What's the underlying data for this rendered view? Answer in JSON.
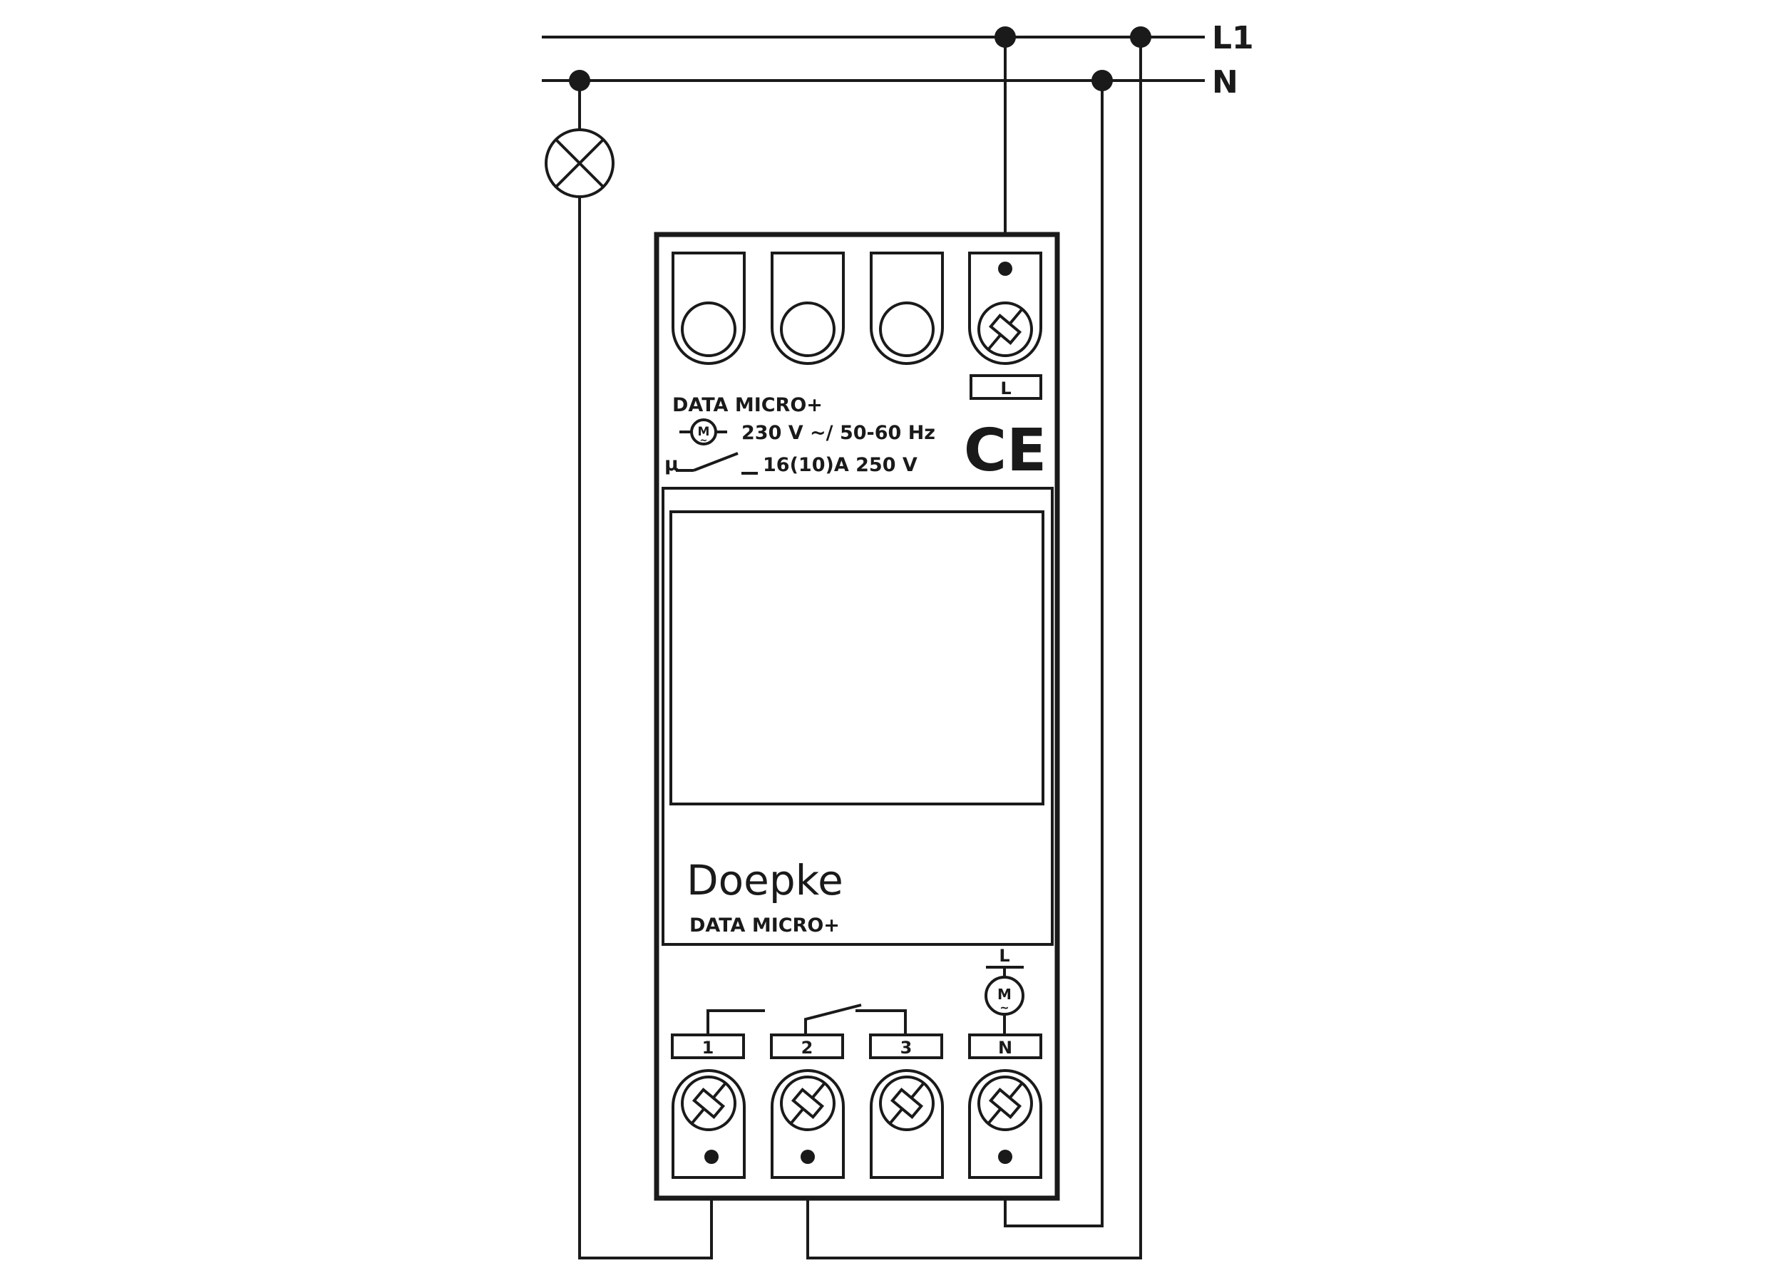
{
  "bus": {
    "l1_label": "L1",
    "n_label": "N"
  },
  "device": {
    "model_top": "DATA MICRO+",
    "motor_symbol": "M",
    "supply_rating": "230 V ~/ 50-60 Hz",
    "micro_symbol": "µ",
    "contact_rating": "16(10)A 250 V",
    "ce_mark": "CE",
    "brand": "Doepke",
    "model_bottom": "DATA MICRO+"
  },
  "terminals": {
    "top_l": "L",
    "bottom": [
      "1",
      "2",
      "3",
      "N"
    ],
    "motor_l": "L",
    "motor_symbol": "M"
  },
  "colors": {
    "line": "#1a1a1a",
    "background": "#ffffff"
  }
}
